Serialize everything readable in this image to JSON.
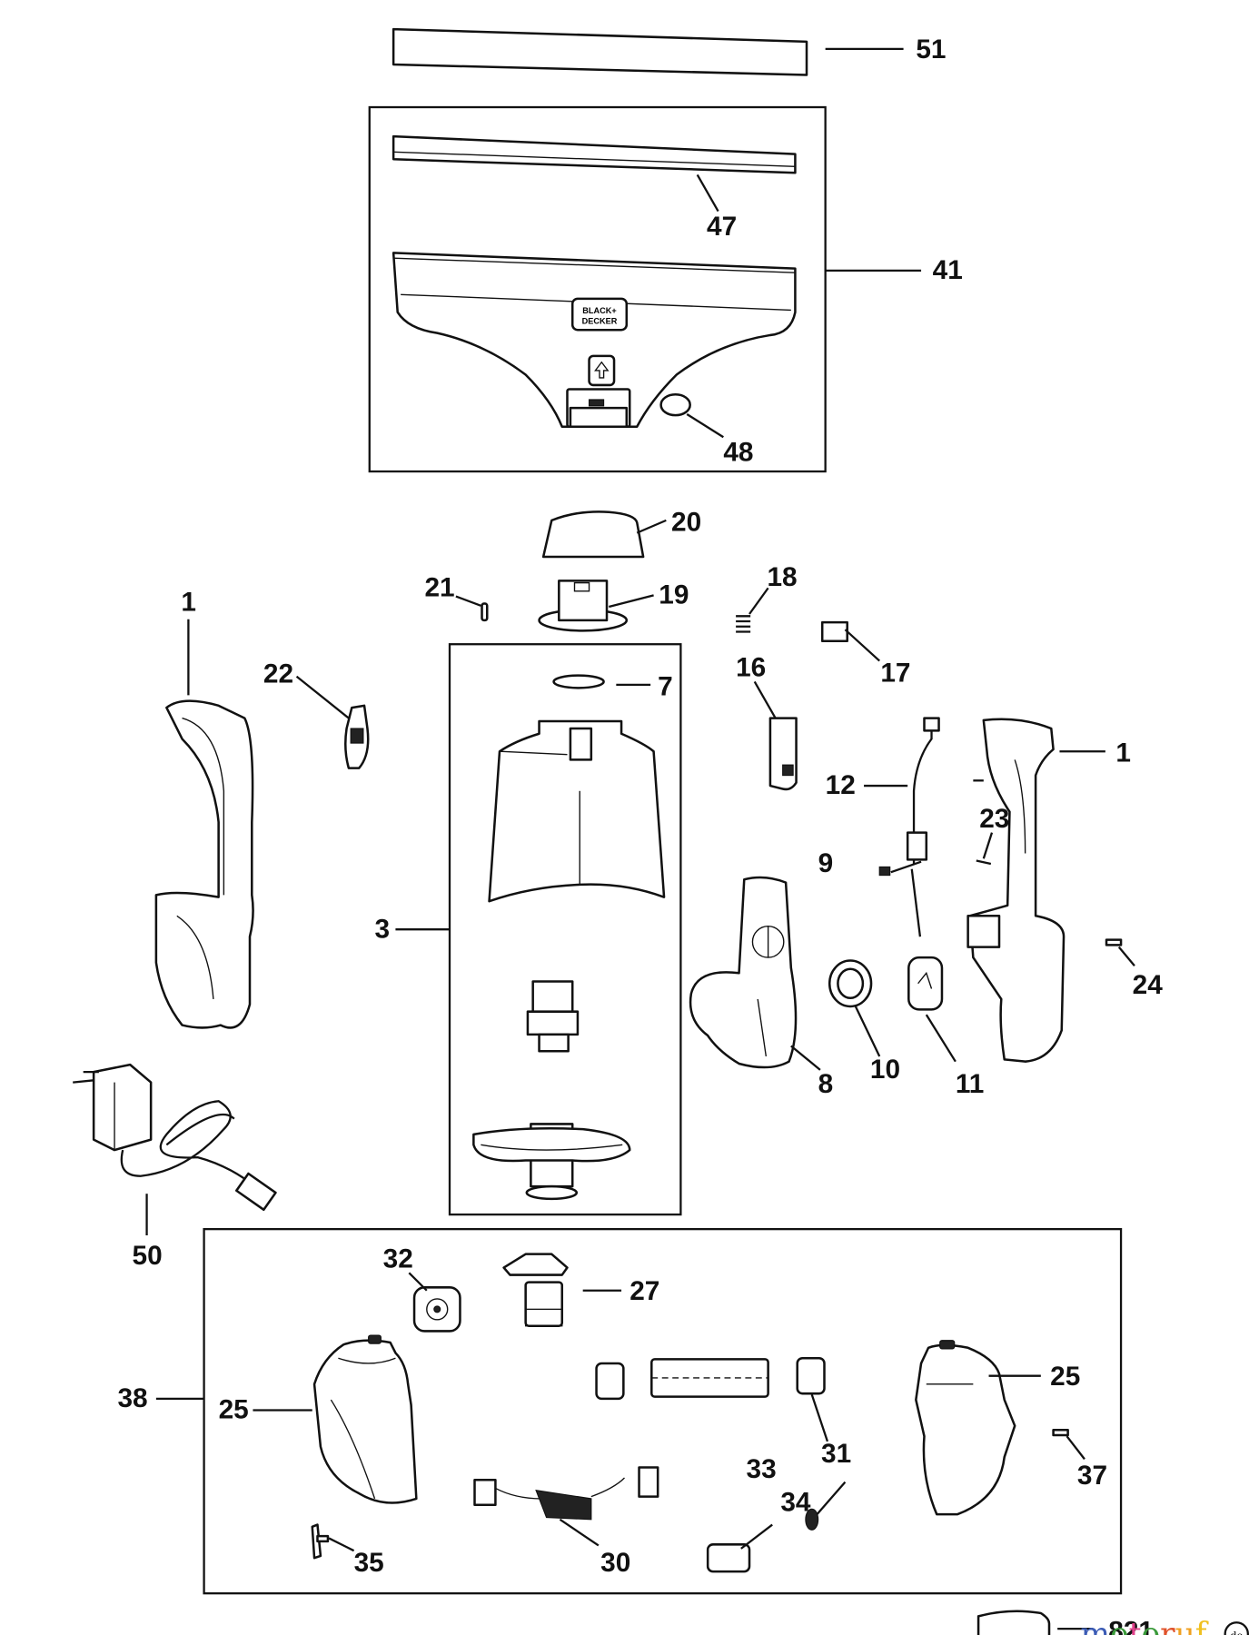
{
  "diagram": {
    "title": "Exploded parts diagram — window vacuum",
    "brand_logo": [
      "BLACK+",
      "DECKER"
    ],
    "callouts": {
      "p51": "51",
      "p47": "47",
      "p41": "41",
      "p48": "48",
      "p20": "20",
      "p21": "21",
      "p19": "19",
      "p18": "18",
      "p17": "17",
      "p16": "16",
      "p1a": "1",
      "p1b": "1",
      "p22": "22",
      "p7": "7",
      "p12": "12",
      "p23": "23",
      "p9": "9",
      "p3": "3",
      "p24": "24",
      "p8": "8",
      "p10": "10",
      "p11": "11",
      "p50": "50",
      "p32": "32",
      "p27": "27",
      "p38": "38",
      "p25a": "25",
      "p25b": "25",
      "p31": "31",
      "p37": "37",
      "p33": "33",
      "p34": "34",
      "p35": "35",
      "p30": "30",
      "p821": "821"
    },
    "groups": {
      "nozzle_assembly": "41",
      "tank_assembly": "3",
      "motor_assembly": "38"
    }
  },
  "watermark": {
    "letters": [
      {
        "ch": "m",
        "color": "#3b5bb5"
      },
      {
        "ch": "o",
        "color": "#3a9a3a"
      },
      {
        "ch": "t",
        "color": "#e0408a"
      },
      {
        "ch": "o",
        "color": "#3a9a3a"
      },
      {
        "ch": "r",
        "color": "#e0522a"
      },
      {
        "ch": "u",
        "color": "#f0a020"
      },
      {
        "ch": "f",
        "color": "#f0c020"
      }
    ],
    "suffix": "de"
  }
}
